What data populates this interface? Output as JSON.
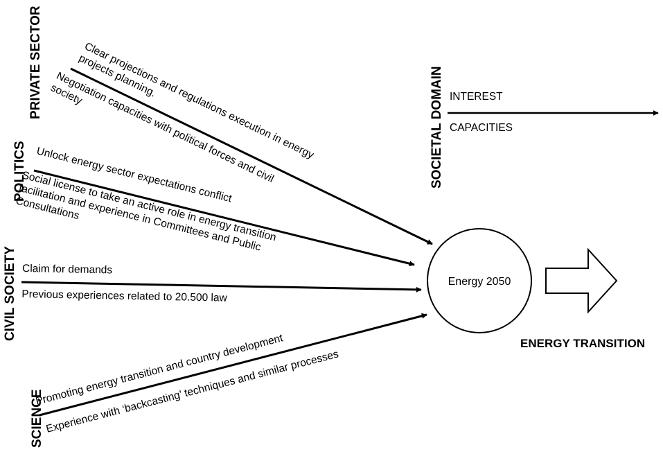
{
  "sectors": {
    "private_sector": {
      "title": "PRIVATE SECTOR",
      "interest": [
        "Clear projections and regulations execution in energy",
        "projects planning."
      ],
      "capacities": [
        "Negotiation capacities with political forces and civil",
        "society"
      ]
    },
    "politics": {
      "title": "POLITICS",
      "interest": [
        "Unlock energy sector expectations conflict"
      ],
      "capacities": [
        "Social license to take an active role in energy transition",
        "facilitation and experience in Committees and Public",
        "Consultations"
      ]
    },
    "civil_society": {
      "title": "CIVIL SOCIETY",
      "interest": [
        "Claim for demands"
      ],
      "capacities": [
        "Previous experiences related to 20.500 law"
      ]
    },
    "science": {
      "title": "SCIENCE",
      "interest": [
        "Promoting energy transition and country development"
      ],
      "capacities": [
        "Experience with ‘backcasting’ techniques and similar processes"
      ]
    }
  },
  "legend": {
    "title": "SOCIETAL DOMAIN",
    "interest": "INTEREST",
    "capacities": "CAPACITIES"
  },
  "center": {
    "label": "Energy 2050"
  },
  "outcome": {
    "label": "ENERGY TRANSITION"
  },
  "colors": {
    "ink": "#000000",
    "background": "#ffffff"
  }
}
